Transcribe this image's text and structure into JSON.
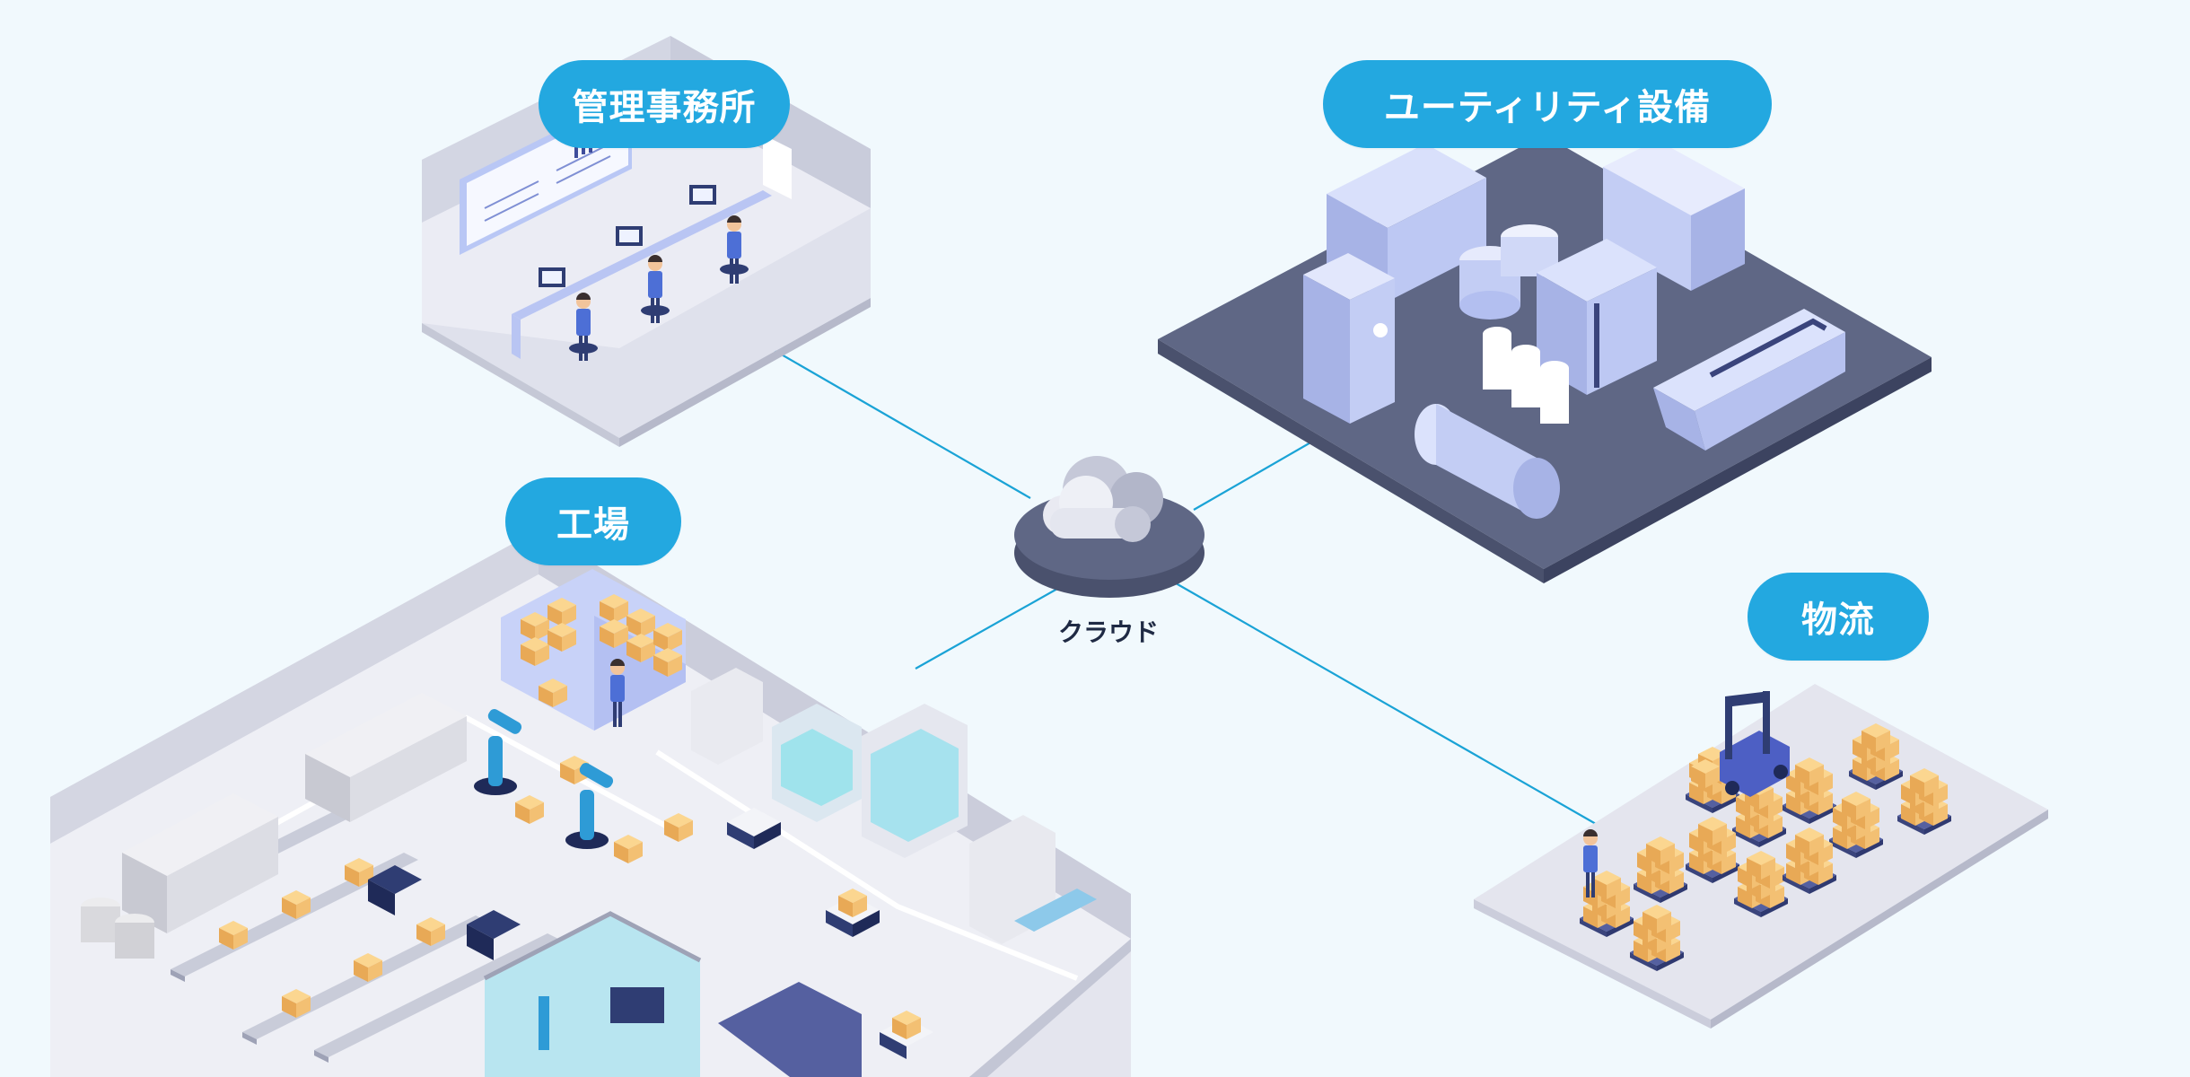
{
  "labels": {
    "office": "管理事務所",
    "utility": "ユーティリティ設備",
    "factory": "工場",
    "logistics": "物流",
    "cloud": "クラウド"
  },
  "colors": {
    "pill": "#23a8e0",
    "line": "#1aa3d6",
    "floor": "#e6e8f2",
    "dark_floor": "#5f6785",
    "equipment": "#b9c5f3",
    "navy": "#2f3d73",
    "box": "#f3c073",
    "robot": "#2e9bd6"
  },
  "icons": [
    "cloud-icon",
    "forklift-icon",
    "robot-arm-icon",
    "pallet-box-icon",
    "worker-icon",
    "monitor-icon"
  ]
}
